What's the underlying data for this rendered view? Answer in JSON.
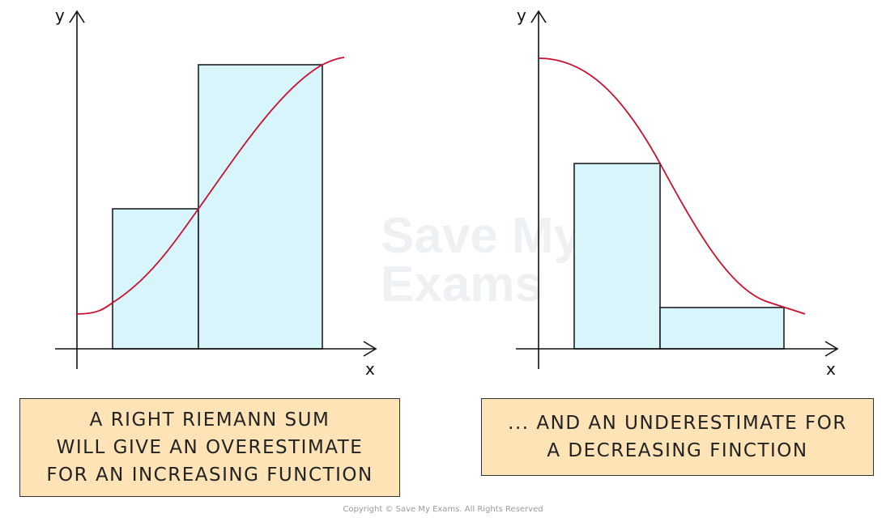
{
  "watermark": {
    "line1": "Save My",
    "line2": "Exams"
  },
  "left_graph": {
    "y_label": "y",
    "x_label": "x"
  },
  "right_graph": {
    "y_label": "y",
    "x_label": "x"
  },
  "captions": {
    "left": [
      "A RIGHT RIEMANN SUM",
      "WILL GIVE AN OVERESTIMATE",
      "FOR AN INCREASING FUNCTION"
    ],
    "right": [
      "... AND AN UNDERESTIMATE FOR",
      "A DECREASING FINCTION"
    ]
  },
  "copyright": "Copyright © Save My Exams. All Rights Reserved",
  "colors": {
    "curve": "#c8102e",
    "rect_fill": "#d9f5fc",
    "caption_bg": "#fde3b6"
  }
}
